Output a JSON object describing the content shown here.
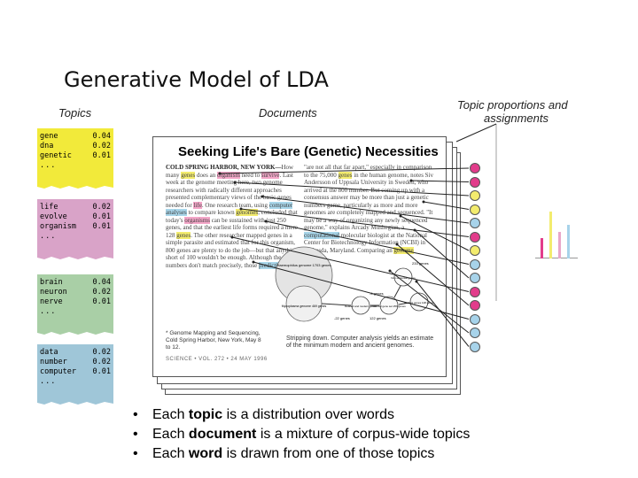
{
  "slide": {
    "title": "Generative Model of LDA"
  },
  "headers": {
    "topics": "Topics",
    "documents": "Documents",
    "proportions_line1": "Topic proportions and",
    "proportions_line2": "assignments"
  },
  "topics": [
    {
      "color": "#f2ea3a",
      "words": [
        {
          "w": "gene",
          "p": "0.04"
        },
        {
          "w": "dna",
          "p": "0.02"
        },
        {
          "w": "genetic",
          "p": "0.01"
        }
      ],
      "more": "..."
    },
    {
      "color": "#d9a3c8",
      "words": [
        {
          "w": "life",
          "p": "0.02"
        },
        {
          "w": "evolve",
          "p": "0.01"
        },
        {
          "w": "organism",
          "p": "0.01"
        }
      ],
      "more": "..."
    },
    {
      "color": "#a9cfa6",
      "words": [
        {
          "w": "brain",
          "p": "0.04"
        },
        {
          "w": "neuron",
          "p": "0.02"
        },
        {
          "w": "nerve",
          "p": "0.01"
        }
      ],
      "more": "..."
    },
    {
      "color": "#9fc6d8",
      "words": [
        {
          "w": "data",
          "p": "0.02"
        },
        {
          "w": "number",
          "p": "0.02"
        },
        {
          "w": "computer",
          "p": "0.01"
        }
      ],
      "more": "..."
    }
  ],
  "document": {
    "title": "Seeking Life's Bare (Genetic) Necessities",
    "caption": "* Genome Mapping and Sequencing, Cold Spring Harbor, New York, May 8 to 12.",
    "stripping": "Stripping down. Computer analysis yields an estimate of the minimum modern and ancient genomes.",
    "footer": "SCIENCE • VOL. 272 • 24 MAY 1996",
    "col1": [
      {
        "t": "COLD SPRING HARBOR, NEW YORK—",
        "h": ""
      },
      {
        "t": "How many ",
        "h": ""
      },
      {
        "t": "genes",
        "h": "yellow"
      },
      {
        "t": " does an ",
        "h": ""
      },
      {
        "t": "organism",
        "h": "pink"
      },
      {
        "t": " need to ",
        "h": ""
      },
      {
        "t": "survive",
        "h": "pink"
      },
      {
        "t": ". Last week at the genome meeting here, two genome researchers with radically different approaches presented complementary views of the basic genes needed for ",
        "h": ""
      },
      {
        "t": "life",
        "h": "pink"
      },
      {
        "t": ". One research team, using ",
        "h": ""
      },
      {
        "t": "computer analyses",
        "h": "blue"
      },
      {
        "t": " to compare known ",
        "h": ""
      },
      {
        "t": "genomes",
        "h": "yellow"
      },
      {
        "t": ", concluded that today's ",
        "h": ""
      },
      {
        "t": "organisms",
        "h": "pink"
      },
      {
        "t": " can be sustained with just 250 genes, and that the earliest life forms required a mere 128 ",
        "h": ""
      },
      {
        "t": "genes",
        "h": "yellow"
      },
      {
        "t": ". The other researcher mapped genes in a simple parasite and estimated that for this organism, 800 genes are plenty to do the job—but that anything short of 100 wouldn't be enough. Although the numbers don't match precisely, those ",
        "h": ""
      },
      {
        "t": "predictions",
        "h": "blue"
      }
    ],
    "col2": [
      {
        "t": "\"are not all that far apart,\" especially in comparison to the 75,000 ",
        "h": ""
      },
      {
        "t": "genes",
        "h": "yellow"
      },
      {
        "t": " in the human genome, notes Siv Andersson of Uppsala University in Sweden, who arrived at the 800 number. But coming up with a consensus answer may be more than just a genetic numbers game, particularly as more and more genomes are completely mapped and sequenced. \"It may be a way of organizing any newly sequenced genome,\" explains Arcady Mushegian, a ",
        "h": ""
      },
      {
        "t": "computational",
        "h": "blue"
      },
      {
        "t": " molecular biologist at the National Center for Biotechnology Information (NCBI) in Bethesda, Maryland. Comparing an ",
        "h": ""
      },
      {
        "t": "genome",
        "h": "yellow"
      }
    ],
    "figure": {
      "big_circle_label": "Haemophilus genome 1703 genes",
      "small_circle_label": "Mycoplasma genome 469 genes",
      "node1": "Related and modern genes",
      "node2": "Minimal gene set 256 genes",
      "node3": "Ancient genes 128 genes",
      "node4": "Non-universal genes",
      "label_a": "-22 genes",
      "label_b": "-4 genes",
      "label_c": "122 genes",
      "label_d": "233 genes"
    }
  },
  "topic_assignment_circles": [
    {
      "color": "#e23c8b"
    },
    {
      "color": "#e23c8b"
    },
    {
      "color": "#f3ec6e"
    },
    {
      "color": "#f3ec6e"
    },
    {
      "color": "#a7d3ea"
    },
    {
      "color": "#e23c8b"
    },
    {
      "color": "#f3ec6e"
    },
    {
      "color": "#a7d3ea"
    },
    {
      "color": "#a7d3ea"
    },
    {
      "color": "#e23c8b"
    },
    {
      "color": "#e23c8b"
    },
    {
      "color": "#a7d3ea"
    },
    {
      "color": "#a7d3ea"
    },
    {
      "color": "#a7d3ea"
    }
  ],
  "topic_proportions": [
    {
      "color": "#e23c8b",
      "value": 0.42
    },
    {
      "color": "#f3ec6e",
      "value": 0.98
    },
    {
      "color": "#e8a6c9",
      "value": 0.55
    },
    {
      "color": "#a7d3ea",
      "value": 0.7
    }
  ],
  "bullets": [
    {
      "pre": "Each ",
      "bold": "topic",
      "post": " is a distribution over words"
    },
    {
      "pre": "Each ",
      "bold": "document",
      "post": " is a mixture of corpus-wide topics"
    },
    {
      "pre": "Each ",
      "bold": "word",
      "post": " is drawn from one of those topics"
    }
  ],
  "bullet_glyph": "•"
}
